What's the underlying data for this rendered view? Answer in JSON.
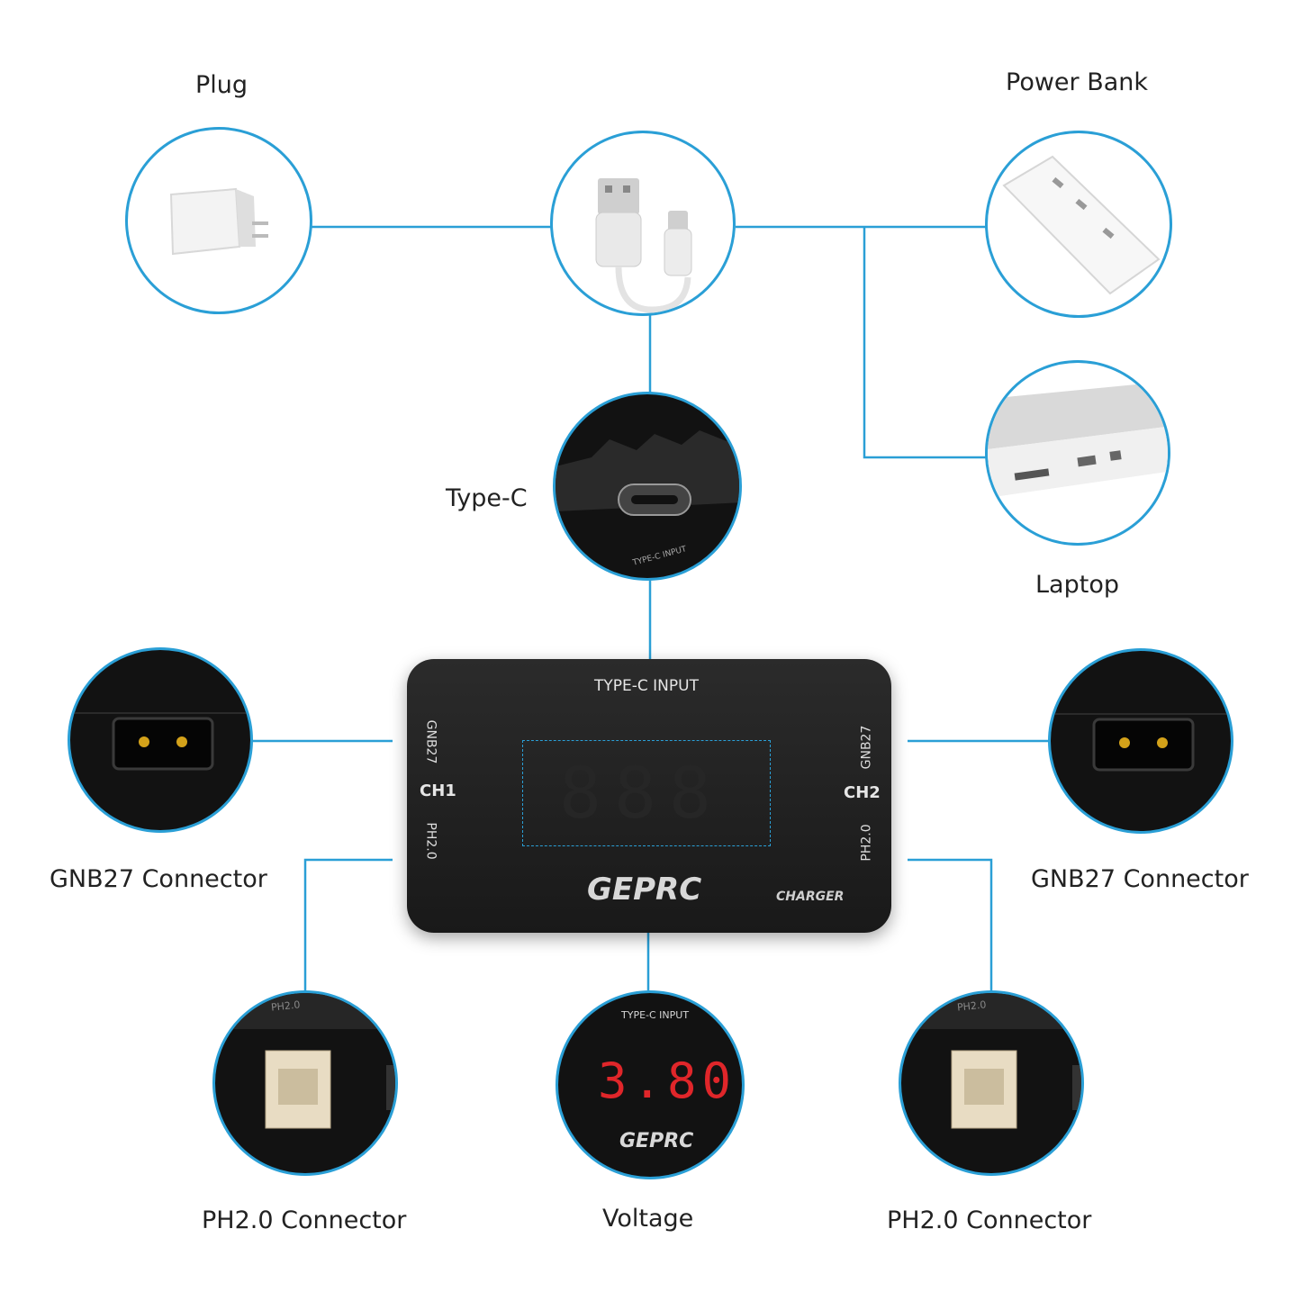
{
  "labels": {
    "plug": "Plug",
    "power_bank": "Power Bank",
    "type_c": "Type-C",
    "laptop": "Laptop",
    "gnb27_left": "GNB27 Connector",
    "gnb27_right": "GNB27 Connector",
    "ph20_left": "PH2.0 Connector",
    "voltage": "Voltage",
    "ph20_right": "PH2.0 Connector"
  },
  "charger": {
    "top_label": "TYPE-C INPUT",
    "ch1": "CH1",
    "ch2": "CH2",
    "gnb27": "GNB27",
    "ph20": "PH2.0",
    "brand": "GEPRC",
    "charger_text": "CHARGER",
    "display_idle": "888"
  },
  "typec_detail": {
    "port_label": "TYPE-C INPUT"
  },
  "voltage_detail": {
    "top_label": "TYPE-C INPUT",
    "reading": "3.80",
    "brand": "GEPRC"
  },
  "ph_detail": {
    "label": "PH2.0"
  },
  "colors": {
    "accent_line": "#2a9fd6",
    "device_body": "#1f1f1f",
    "led_red": "#e0262a"
  }
}
